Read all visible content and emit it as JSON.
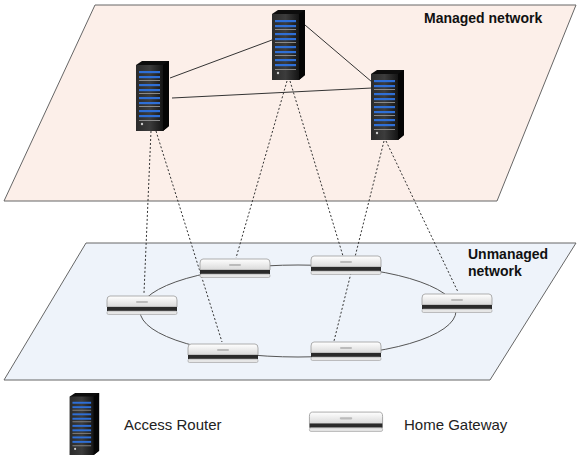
{
  "diagram": {
    "nodes": [
      {
        "text": [
          "Managed network"
        ]
      },
      {
        "text": [
          "Unmanaged network"
        ]
      }
    ],
    "legend": [
      {
        "text": "Access Router"
      },
      {
        "text": "Home Gateway"
      }
    ]
  }
}
